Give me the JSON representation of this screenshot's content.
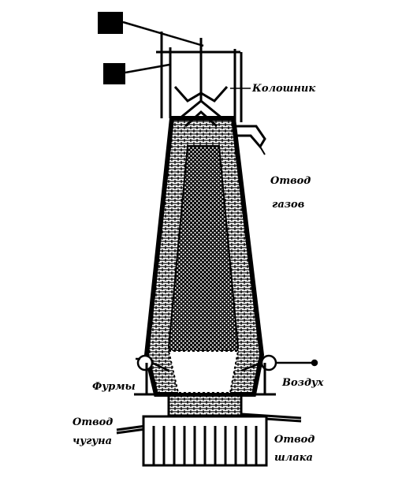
{
  "labels": {
    "top": "Колошник",
    "gas": [
      "Отвод",
      "газов"
    ],
    "tuyeres": "Фурмы",
    "air": "Воздух",
    "iron": [
      "Отвод",
      "чугуна"
    ],
    "slag": [
      "Отвод",
      "шлака"
    ]
  }
}
